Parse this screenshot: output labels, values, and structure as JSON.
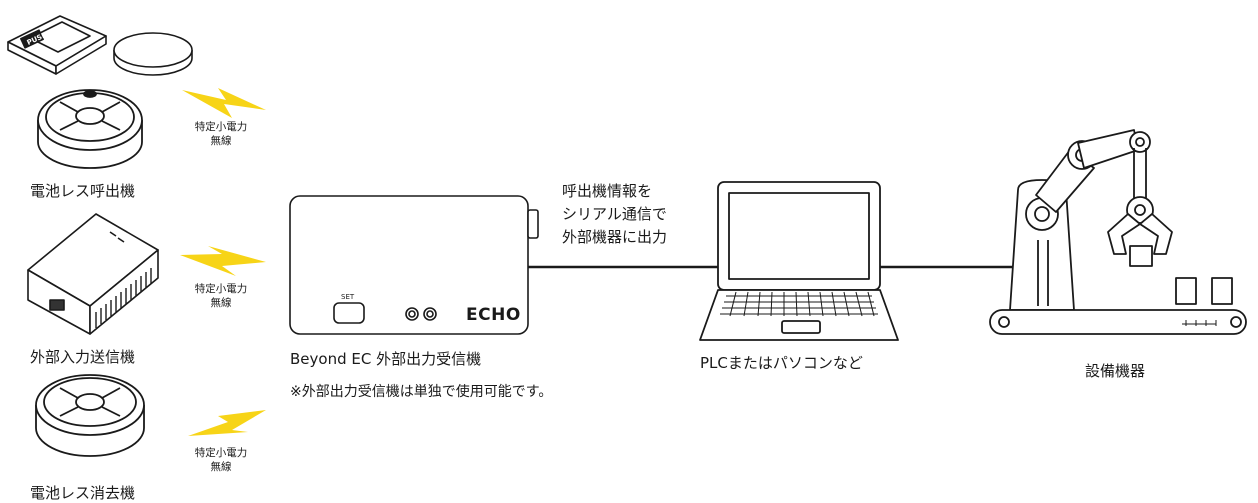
{
  "devices": {
    "call_unit": "電池レス呼出機",
    "external_input_transmitter": "外部入力送信機",
    "cancel_unit": "電池レス消去機"
  },
  "radio_label": {
    "line1": "特定小電力",
    "line2": "無線"
  },
  "receiver": {
    "caption": "Beyond EC 外部出力受信機",
    "note": "※外部出力受信機は単独で使用可能です。",
    "set_label": "SET",
    "brand": "ECHO"
  },
  "link_message": {
    "line1": "呼出機情報を",
    "line2": "シリアル通信で",
    "line3": "外部機器に出力"
  },
  "pc_caption": "PLCまたはパソコンなど",
  "equipment_caption": "設備機器",
  "colors": {
    "lightning": "#f7d417",
    "line": "#1a1a1a"
  },
  "icons": [
    "lightning-bolt-icon",
    "call-button-icon",
    "laptop-icon",
    "robot-arm-icon"
  ]
}
